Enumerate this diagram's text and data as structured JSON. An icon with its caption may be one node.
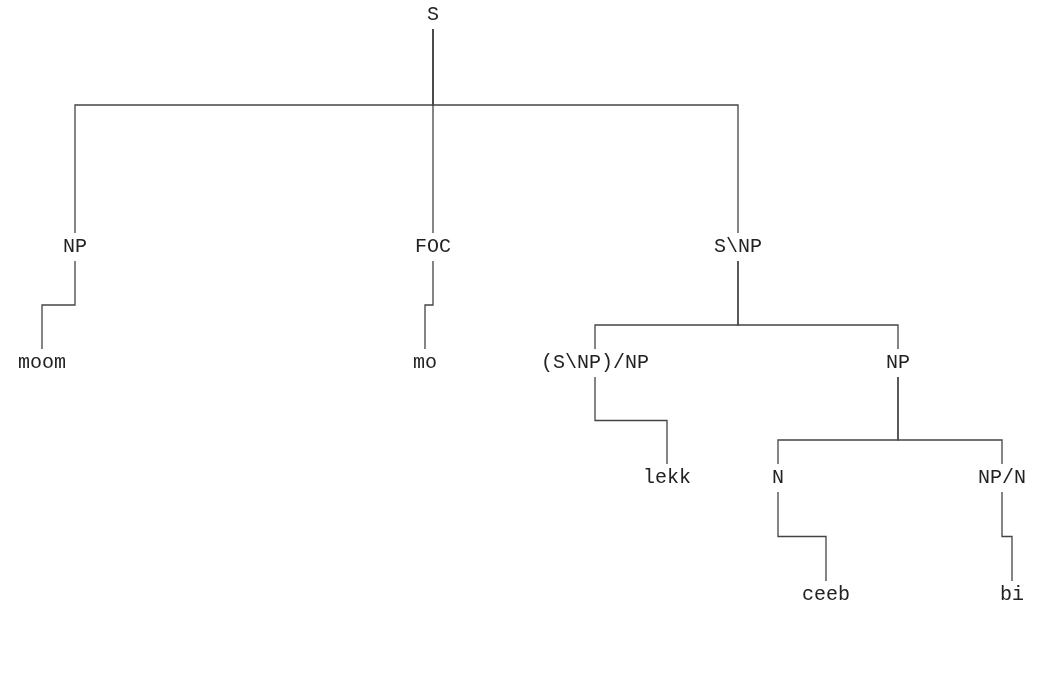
{
  "diagram": {
    "nodes": [
      {
        "text": [
          "S"
        ]
      },
      {
        "text": [
          "NP"
        ]
      },
      {
        "text": [
          "FOC"
        ]
      },
      {
        "text": [
          "S\\NP"
        ]
      },
      {
        "text": [
          "moom"
        ]
      },
      {
        "text": [
          "mo"
        ]
      },
      {
        "text": [
          "(S\\NP)/NP"
        ]
      },
      {
        "text": [
          "NP"
        ]
      },
      {
        "text": [
          "lekk"
        ]
      },
      {
        "text": [
          "N"
        ]
      },
      {
        "text": [
          "NP/N"
        ]
      },
      {
        "text": [
          "ceeb"
        ]
      },
      {
        "text": [
          "bi"
        ]
      }
    ],
    "edges": [
      {
        "from": 0,
        "to": 1,
        "arrow": "none"
      },
      {
        "from": 0,
        "to": 2,
        "arrow": "none"
      },
      {
        "from": 0,
        "to": 3,
        "arrow": "none"
      },
      {
        "from": 1,
        "to": 4,
        "arrow": "none"
      },
      {
        "from": 2,
        "to": 5,
        "arrow": "none"
      },
      {
        "from": 3,
        "to": 6,
        "arrow": "none"
      },
      {
        "from": 3,
        "to": 7,
        "arrow": "none"
      },
      {
        "from": 6,
        "to": 8,
        "arrow": "none"
      },
      {
        "from": 7,
        "to": 9,
        "arrow": "none"
      },
      {
        "from": 7,
        "to": 10,
        "arrow": "none"
      },
      {
        "from": 9,
        "to": 11,
        "arrow": "none"
      },
      {
        "from": 10,
        "to": 12,
        "arrow": "none"
      }
    ]
  }
}
